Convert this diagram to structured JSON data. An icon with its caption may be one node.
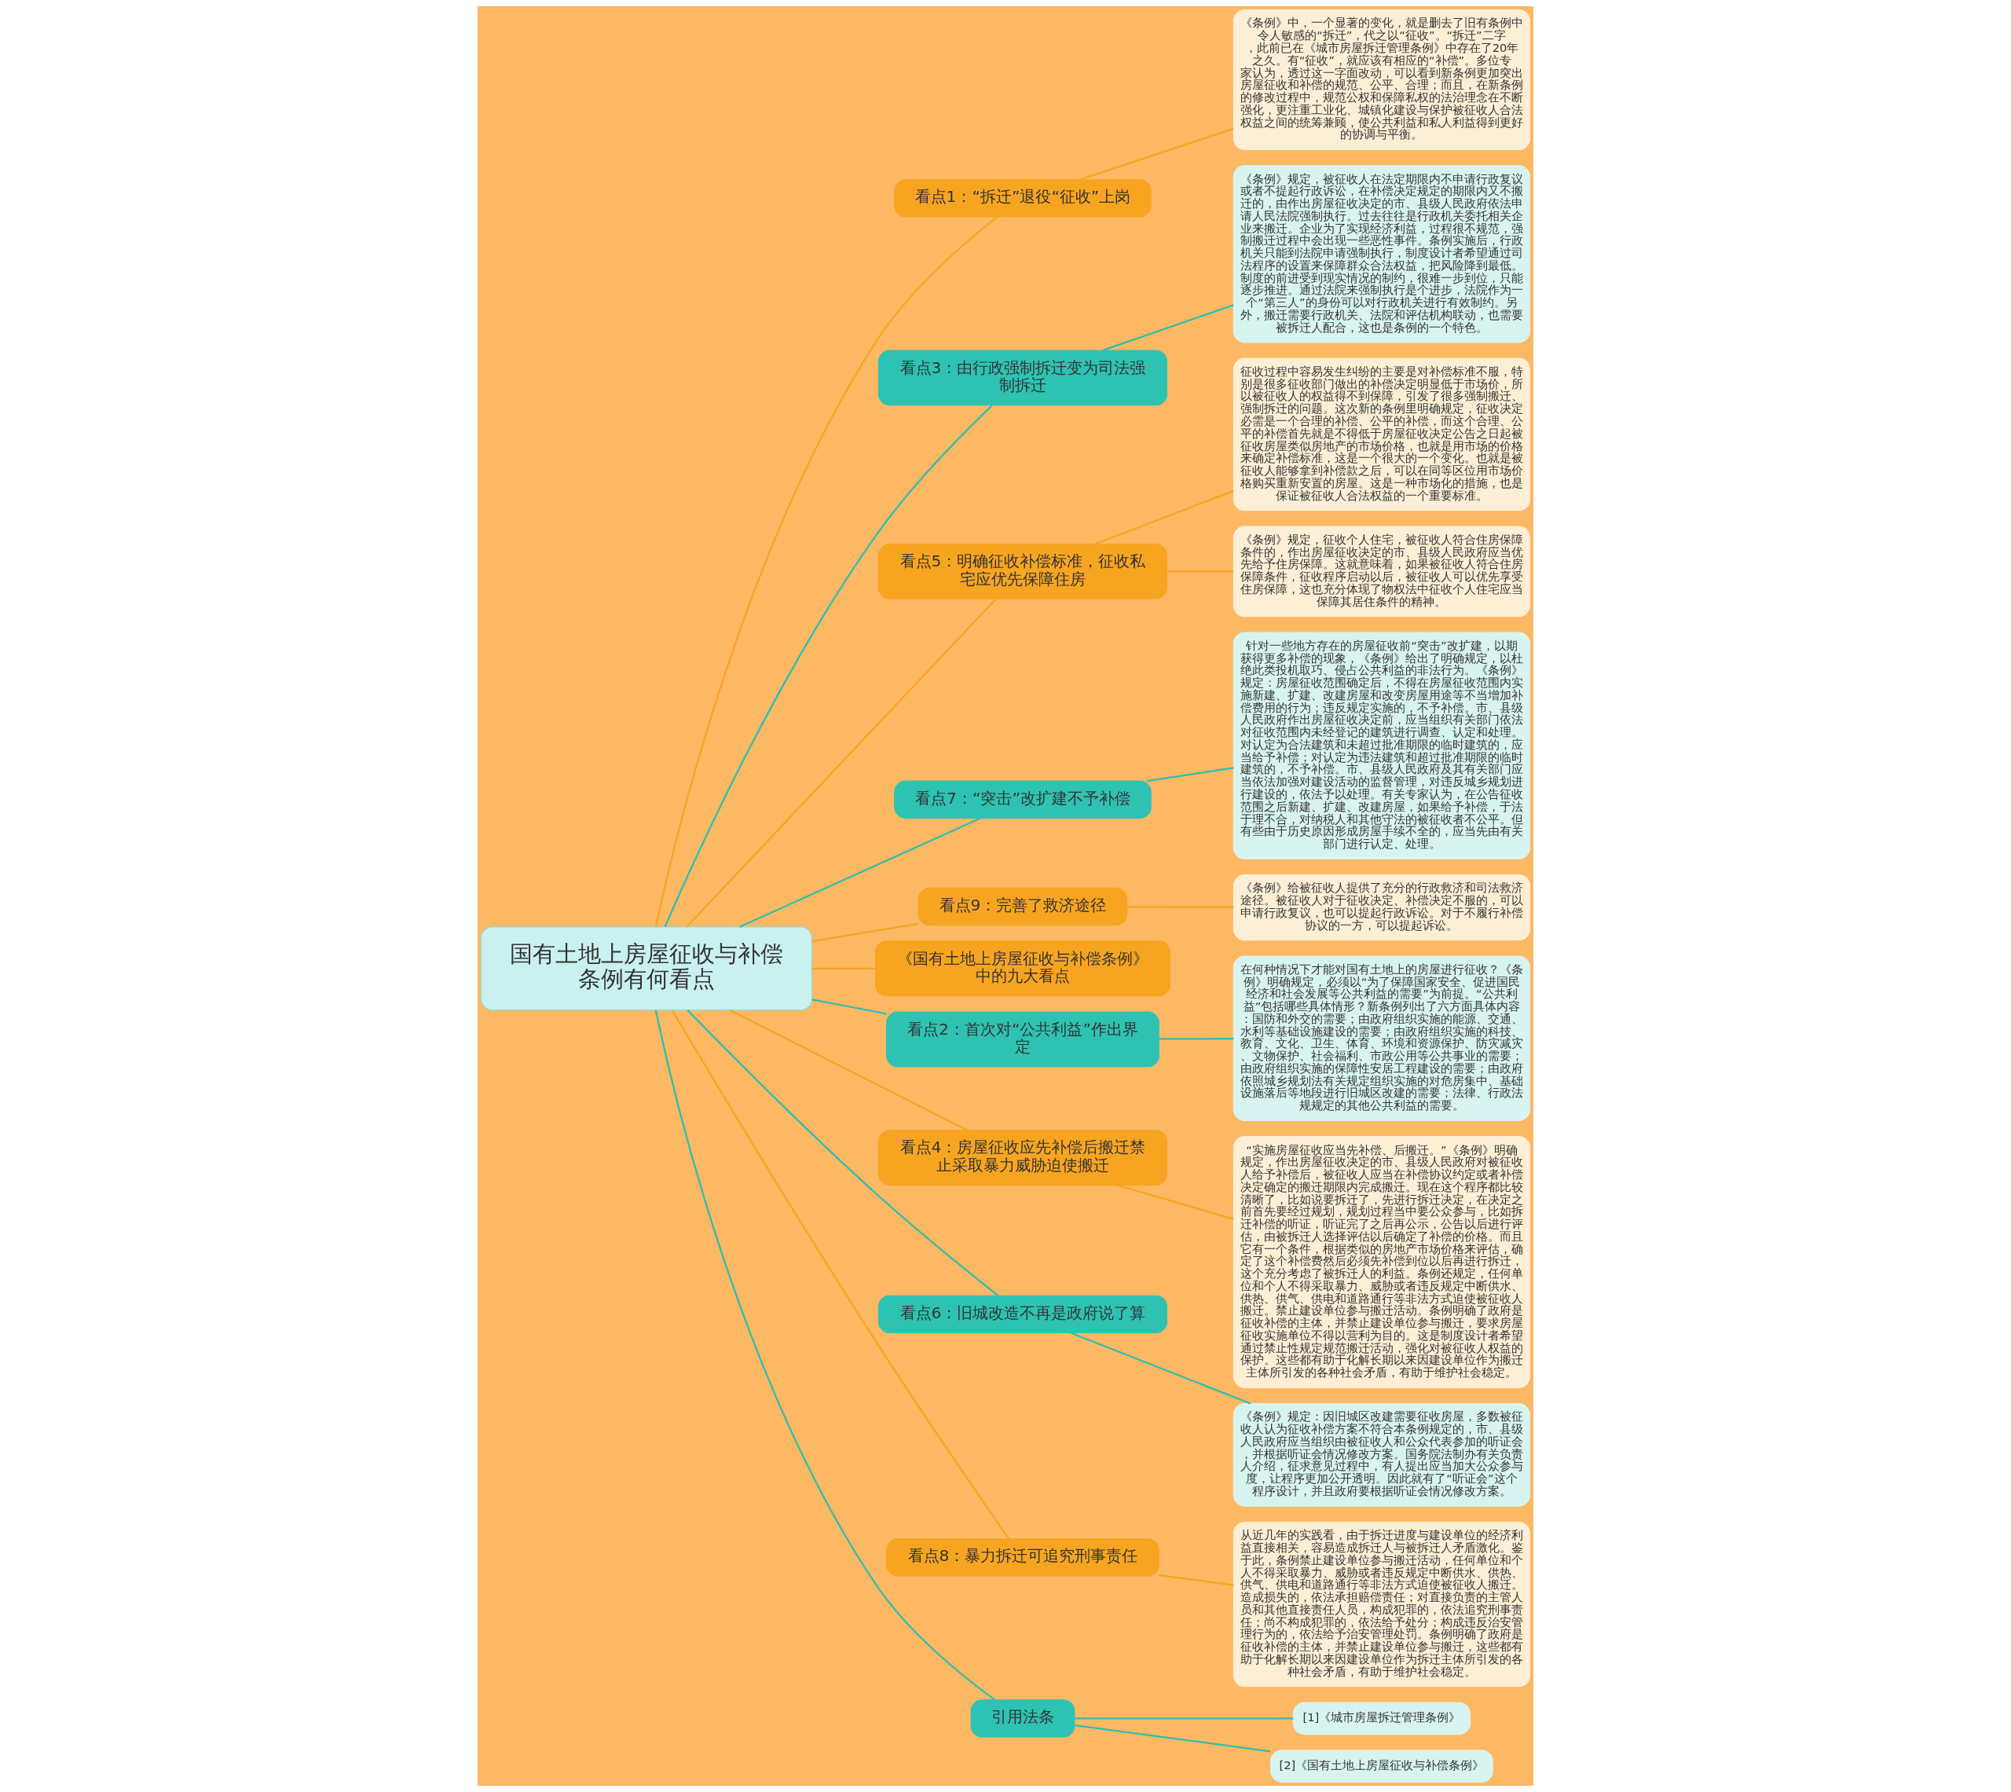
{
  "diagram": {
    "nodes": [
      {
        "text": [
          "国有土地上房屋征收与补偿条例有何看点"
        ]
      },
      {
        "text": [
          "看点1：“拆迁”退役“征收”上岗"
        ]
      },
      {
        "text": [
          "《条例》中，一个显著的变化，就是删去了旧有条例中令人敏感的“拆迁”，代之以“征收”。“拆迁”二字，此前已在《城市房屋拆迁管理条例》中存在了20年之久。有“征收”，就应该有相应的“补偿”。多位专家认为，透过这一字面改动，可以看到新条例更加突出房屋征收和补偿的规范、公平、合理；而且，在新条例的修改过程中，规范公权和保障私权的法治理念在不断强化，更注重工业化、城镇化建设与保护被征收人合法权益之间的统筹兼顾，使公共利益和私人利益得到更好的协调与平衡。"
        ]
      },
      {
        "text": [
          "看点3：由行政强制拆迁变为司法强制拆迁"
        ]
      },
      {
        "text": [
          "《条例》规定，被征收人在法定期限内不申请行政复议或者不提起行政诉讼，在补偿决定规定的期限内又不搬迁的，由作出房屋征收决定的市、县级人民政府依法申请人民法院强制执行。过去往往是行政机关委托相关企业来搬迁。企业为了实现经济利益，过程很不规范，强制搬迁过程中会出现一些恶性事件。条例实施后，行政机关只能到法院申请强制执行，制度设计者希望通过司法程序的设置来保障群众合法权益，把风险降到最低。制度的前进受到现实情况的制约，很难一步到位，只能逐步推进。通过法院来强制执行是个进步，法院作为一个“第三人”的身份可以对行政机关进行有效制约。另外，搬迁需要行政机关、法院和评估机构联动，也需要被拆迁人配合，这也是条例的一个特色。"
        ]
      },
      {
        "text": [
          "看点5：明确征收补偿标准，征收私宅应优先保障住房"
        ]
      },
      {
        "text": [
          "征收过程中容易发生纠纷的主要是对补偿标准不服，特别是很多征收部门做出的补偿决定明显低于市场价，所以被征收人的权益得不到保障，引发了很多强制搬迁、强制拆迁的问题。这次新的条例里明确规定，征收决定必需是一个合理的补偿、公平的补偿，而这个合理、公平的补偿首先就是不得低于房屋征收决定公告之日起被征收房屋类似房地产的市场价格，也就是用市场的价格来确定补偿标准，这是一个很大的一个变化。也就是被征收人能够拿到补偿款之后，可以在同等区位用市场价格购买重新安置的房屋。这是一种市场化的措施，也是保证被征收人合法权益的一个重要标准。"
        ]
      },
      {
        "text": [
          "《条例》规定，征收个人住宅，被征收人符合住房保障条件的，作出房屋征收决定的市、县级人民政府应当优先给予住房保障。这就意味着，如果被征收人符合住房保障条件，征收程序启动以后，被征收人可以优先享受住房保障，这也充分体现了物权法中征收个人住宅应当保障其居住条件的精神。"
        ]
      },
      {
        "text": [
          "看点7：“突击”改扩建不予补偿"
        ]
      },
      {
        "text": [
          "针对一些地方存在的房屋征收前“突击”改扩建，以期获得更多补偿的现象，《条例》给出了明确规定，以杜绝此类投机取巧、侵占公共利益的非法行为。《条例》规定：房屋征收范围确定后，不得在房屋征收范围内实施新建、扩建、改建房屋和改变房屋用途等不当增加补偿费用的行为；违反规定实施的，不予补偿。市、县级人民政府作出房屋征收决定前，应当组织有关部门依法对征收范围内未经登记的建筑进行调查、认定和处理。对认定为合法建筑和未超过批准期限的临时建筑的，应当给予补偿；对认定为违法建筑和超过批准期限的临时建筑的，不予补偿。市、县级人民政府及其有关部门应当依法加强对建设活动的监督管理，对违反城乡规划进行建设的，依法予以处理。有关专家认为，在公告征收范围之后新建、扩建、改建房屋，如果给予补偿，于法于理不合，对纳税人和其他守法的被征收者不公平。但有些由于历史原因形成房屋手续不全的，应当先由有关部门进行认定、处理。"
        ]
      },
      {
        "text": [
          "看点9：完善了救济途径"
        ]
      },
      {
        "text": [
          "《条例》给被征收人提供了充分的行政救济和司法救济途径。被征收人对于征收决定、补偿决定不服的，可以申请行政复议，也可以提起行政诉讼。对于不履行补偿协议的一方，可以提起诉讼。"
        ]
      },
      {
        "text": [
          "《国有土地上房屋征收与补偿条例》中的九大看点"
        ]
      },
      {
        "text": [
          "看点2：首次对“公共利益”作出界定"
        ]
      },
      {
        "text": [
          "在何种情况下才能对国有土地上的房屋进行征收？《条例》明确规定，必须以“为了保障国家安全、促进国民经济和社会发展等公共利益的需要”为前提。“公共利益”包括哪些具体情形？新条例列出了六方面具体内容：国防和外交的需要；由政府组织实施的能源、交通、水利等基础设施建设的需要；由政府组织实施的科技、教育、文化、卫生、体育、环境和资源保护、防灾减灾、文物保护、社会福利、市政公用等公共事业的需要；由政府组织实施的保障性安居工程建设的需要；由政府依照城乡规划法有关规定组织实施的对危房集中、基础设施落后等地段进行旧城区改建的需要；法律、行政法规规定的其他公共利益的需要。"
        ]
      },
      {
        "text": [
          "看点4：房屋征收应先补偿后搬迁禁止采取暴力威胁迫使搬迁"
        ]
      },
      {
        "text": [
          "“实施房屋征收应当先补偿、后搬迁。”《条例》明确规定，作出房屋征收决定的市、县级人民政府对被征收人给予补偿后，被征收人应当在补偿协议约定或者补偿决定确定的搬迁期限内完成搬迁。现在这个程序都比较清晰了，比如说要拆迁了，先进行拆迁决定，在决定之前首先要经过规划，规划过程当中要公众参与，比如拆迁补偿的听证，听证完了之后再公示，公告以后进行评估，由被拆迁人选择评估以后确定了补偿的价格。而且它有一个条件，根据类似的房地产市场价格来评估，确定了这个补偿费然后必须先补偿到位以后再进行拆迁，这个充分考虑了被拆迁人的利益。条例还规定，任何单位和个人不得采取暴力、威胁或者违反规定中断供水、供热、供气、供电和道路通行等非法方式迫使被征收人搬迁。禁止建设单位参与搬迁活动。条例明确了政府是征收补偿的主体，并禁止建设单位参与搬迁，要求房屋征收实施单位不得以营利为目的。这是制度设计者希望通过禁止性规定规范搬迁活动，强化对被征收人权益的保护。这些都有助于化解长期以来因建设单位作为搬迁主体所引发的各种社会矛盾，有助于维护社会稳定。"
        ]
      },
      {
        "text": [
          "看点6：旧城改造不再是政府说了算"
        ]
      },
      {
        "text": [
          "《条例》规定：因旧城区改建需要征收房屋，多数被征收人认为征收补偿方案不符合本条例规定的，市、县级人民政府应当组织由被征收人和公众代表参加的听证会，并根据听证会情况修改方案。国务院法制办有关负责人介绍，征求意见过程中，有人提出应当加大公众参与度，让程序更加公开透明。因此就有了“听证会”这个程序设计，并且政府要根据听证会情况修改方案。"
        ]
      },
      {
        "text": [
          "看点8：暴力拆迁可追究刑事责任"
        ]
      },
      {
        "text": [
          "从近几年的实践看，由于拆迁进度与建设单位的经济利益直接相关，容易造成拆迁人与被拆迁人矛盾激化。鉴于此，条例禁止建设单位参与搬迁活动，任何单位和个人不得采取暴力、威胁或者违反规定中断供水、供热、供气、供电和道路通行等非法方式迫使被征收人搬迁。造成损失的，依法承担赔偿责任；对直接负责的主管人员和其他直接责任人员，构成犯罪的，依法追究刑事责任；尚不构成犯罪的，依法给予处分；构成违反治安管理行为的，依法给予治安管理处罚。条例明确了政府是征收补偿的主体，并禁止建设单位参与搬迁，这些都有助于化解长期以来因建设单位作为拆迁主体所引发的各种社会矛盾，有助于维护社会稳定。"
        ]
      },
      {
        "text": [
          "引用法条"
        ]
      },
      {
        "text": [
          "[1]《城市房屋拆迁管理条例》"
        ]
      },
      {
        "text": [
          "[2]《国有土地上房屋征收与补偿条例》"
        ]
      }
    ],
    "edges": [
      {
        "from": 0,
        "to": 1,
        "arrow": "none"
      },
      {
        "from": 1,
        "to": 2,
        "arrow": "none"
      },
      {
        "from": 0,
        "to": 3,
        "arrow": "none",
        "color": "#2bbfb0"
      },
      {
        "from": 3,
        "to": 4,
        "arrow": "none",
        "color": "#2bbfb0"
      },
      {
        "from": 0,
        "to": 5,
        "arrow": "none"
      },
      {
        "from": 5,
        "to": 6,
        "arrow": "none"
      },
      {
        "from": 5,
        "to": 7,
        "arrow": "none"
      },
      {
        "from": 0,
        "to": 8,
        "arrow": "none",
        "color": "#2bbfb0"
      },
      {
        "from": 8,
        "to": 9,
        "arrow": "none",
        "color": "#2bbfb0"
      },
      {
        "from": 0,
        "to": 10,
        "arrow": "none"
      },
      {
        "from": 10,
        "to": 11,
        "arrow": "none"
      },
      {
        "from": 0,
        "to": 12,
        "arrow": "none"
      },
      {
        "from": 0,
        "to": 13,
        "arrow": "none",
        "color": "#2bbfb0"
      },
      {
        "from": 13,
        "to": 14,
        "arrow": "none",
        "color": "#2bbfb0"
      },
      {
        "from": 0,
        "to": 15,
        "arrow": "none"
      },
      {
        "from": 15,
        "to": 16,
        "arrow": "none"
      },
      {
        "from": 0,
        "to": 17,
        "arrow": "none",
        "color": "#2bbfb0"
      },
      {
        "from": 17,
        "to": 18,
        "arrow": "none",
        "color": "#2bbfb0"
      },
      {
        "from": 0,
        "to": 19,
        "arrow": "none"
      },
      {
        "from": 19,
        "to": 20,
        "arrow": "none"
      },
      {
        "from": 0,
        "to": 21,
        "arrow": "none",
        "color": "#2bbfb0"
      },
      {
        "from": 21,
        "to": 22,
        "arrow": "none",
        "color": "#2bbfb0"
      },
      {
        "from": 21,
        "to": 23,
        "arrow": "none",
        "color": "#2bbfb0"
      }
    ]
  }
}
